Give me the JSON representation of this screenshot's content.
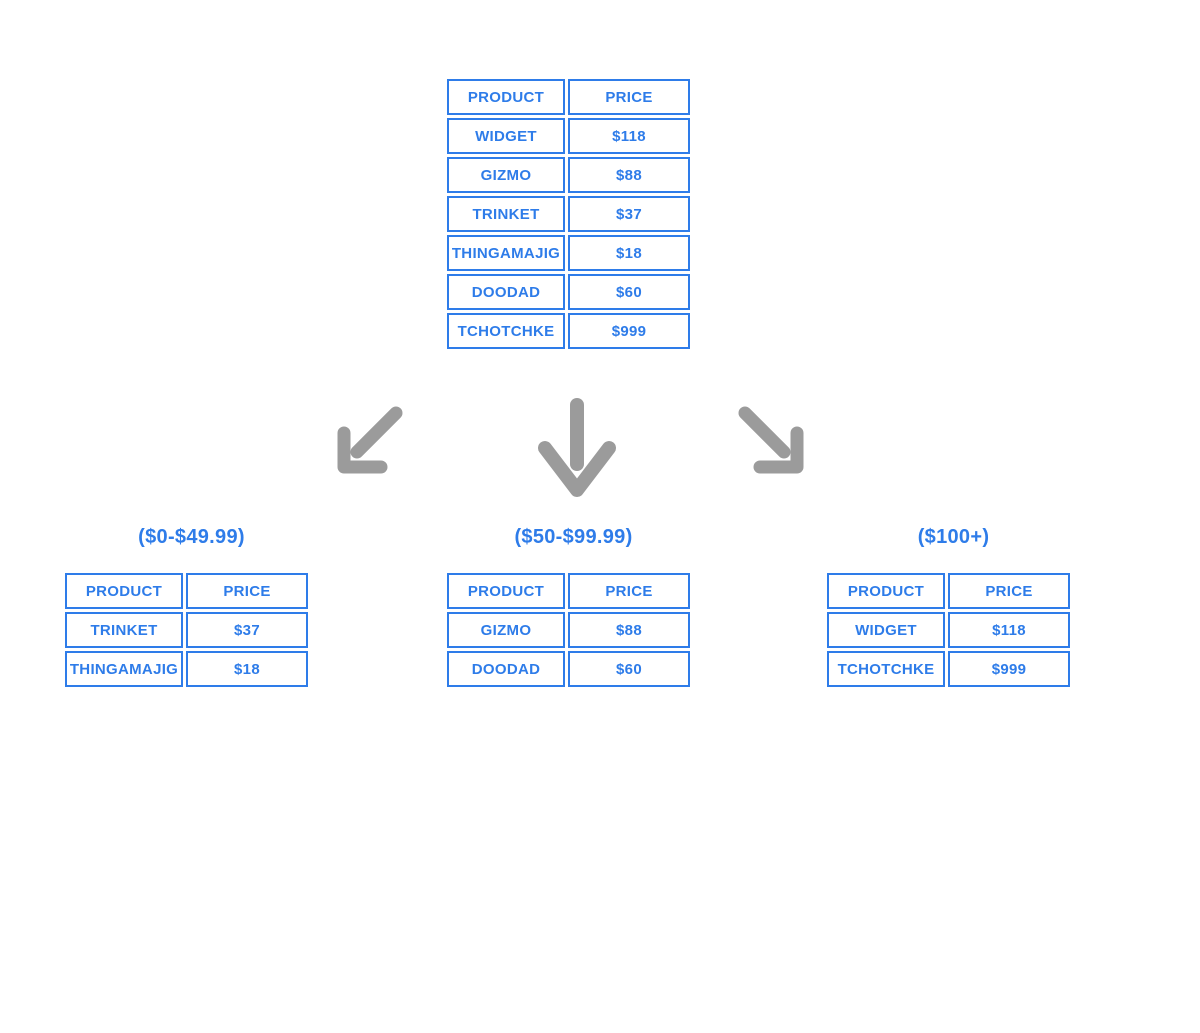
{
  "colors": {
    "table_blue": "#2e7ce9",
    "arrow_gray": "#9b9b9b",
    "background": "#ffffff"
  },
  "main_table": {
    "headers": [
      "PRODUCT",
      "PRICE"
    ],
    "rows": [
      {
        "product": "WIDGET",
        "price": "$118"
      },
      {
        "product": "GIZMO",
        "price": "$88"
      },
      {
        "product": "TRINKET",
        "price": "$37"
      },
      {
        "product": "THINGAMAJIG",
        "price": "$18"
      },
      {
        "product": "DOODAD",
        "price": "$60"
      },
      {
        "product": "TCHOTCHKE",
        "price": "$999"
      }
    ]
  },
  "buckets": [
    {
      "label": "($0-$49.99)",
      "headers": [
        "PRODUCT",
        "PRICE"
      ],
      "rows": [
        {
          "product": "TRINKET",
          "price": "$37"
        },
        {
          "product": "THINGAMAJIG",
          "price": "$18"
        }
      ]
    },
    {
      "label": "($50-$99.99)",
      "headers": [
        "PRODUCT",
        "PRICE"
      ],
      "rows": [
        {
          "product": "GIZMO",
          "price": "$88"
        },
        {
          "product": "DOODAD",
          "price": "$60"
        }
      ]
    },
    {
      "label": "($100+)",
      "headers": [
        "PRODUCT",
        "PRICE"
      ],
      "rows": [
        {
          "product": "WIDGET",
          "price": "$118"
        },
        {
          "product": "TCHOTCHKE",
          "price": "$999"
        }
      ]
    }
  ],
  "arrows": [
    {
      "name": "arrow-down-left"
    },
    {
      "name": "arrow-down"
    },
    {
      "name": "arrow-down-right"
    }
  ]
}
